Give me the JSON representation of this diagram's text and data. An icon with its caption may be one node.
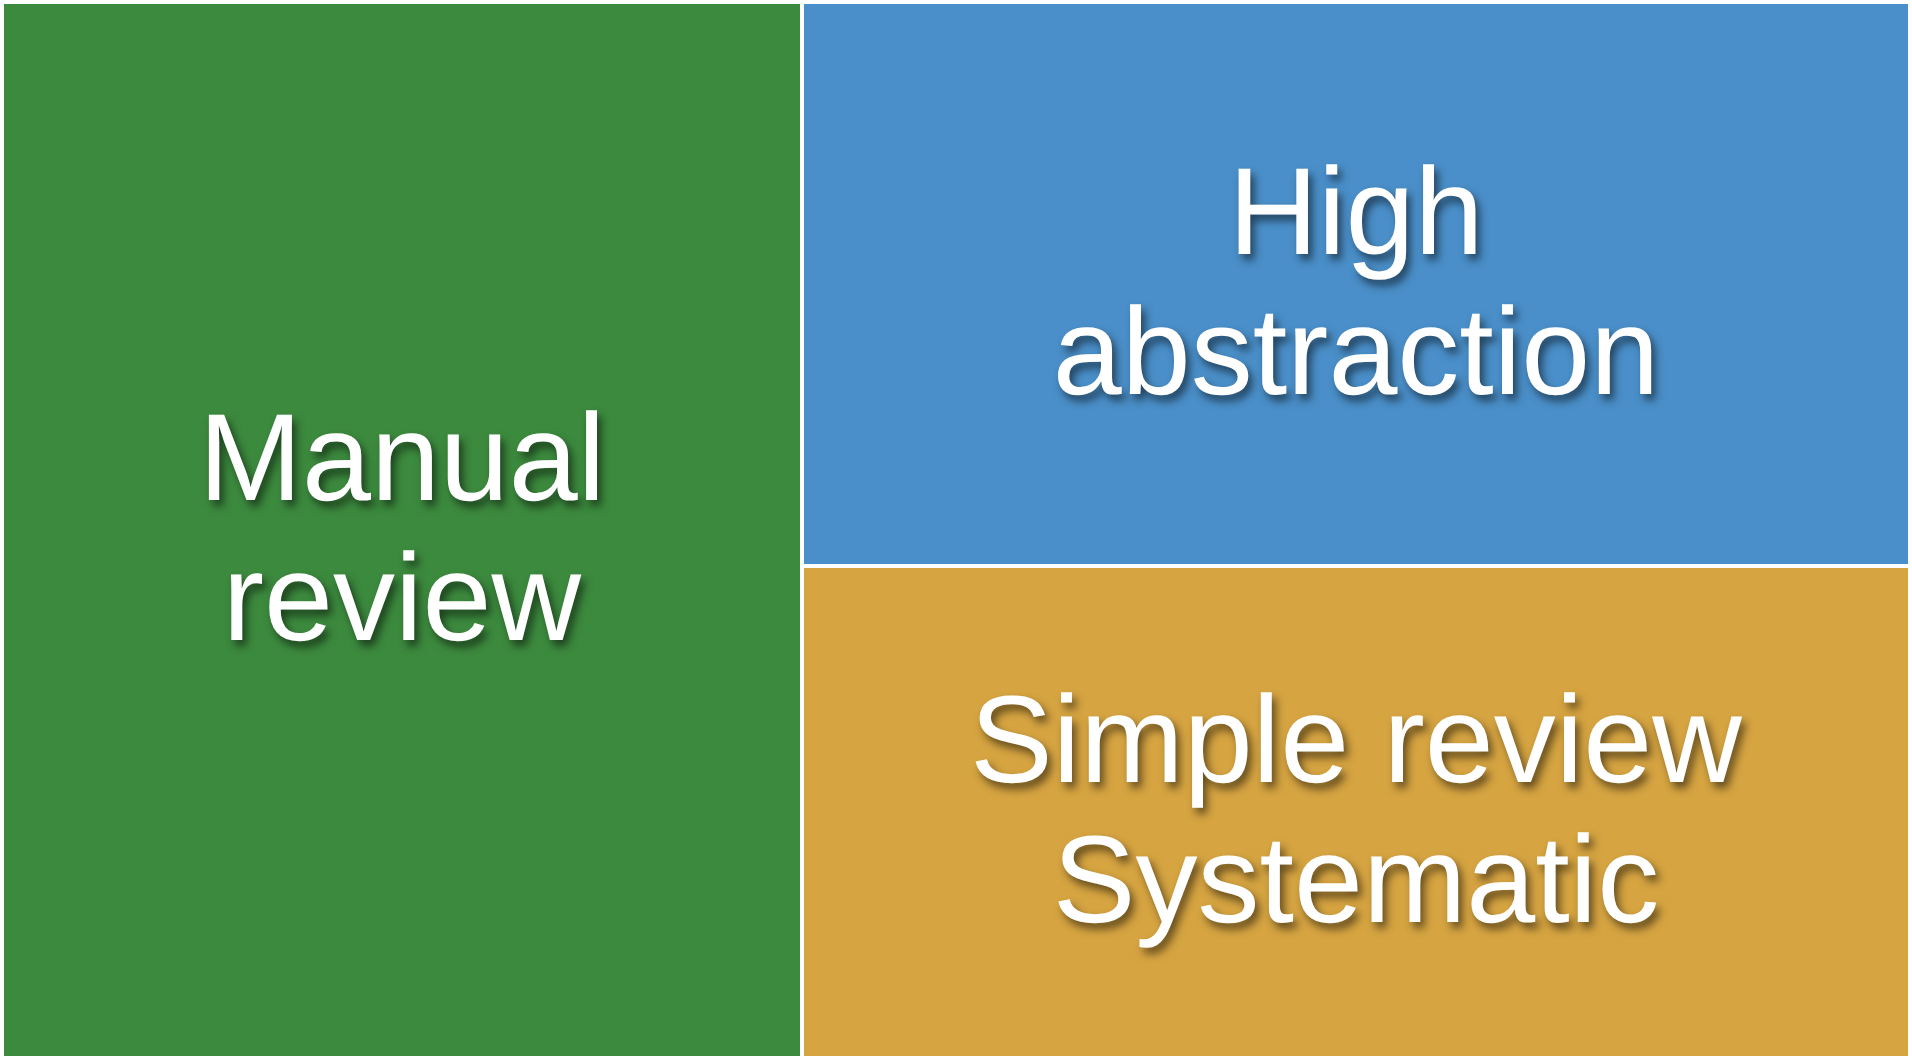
{
  "diagram": {
    "nodes": [
      {
        "text": [
          "Manual review"
        ]
      },
      {
        "text": [
          "High abstraction"
        ]
      },
      {
        "text": [
          "Simple review Systematic"
        ]
      }
    ]
  }
}
